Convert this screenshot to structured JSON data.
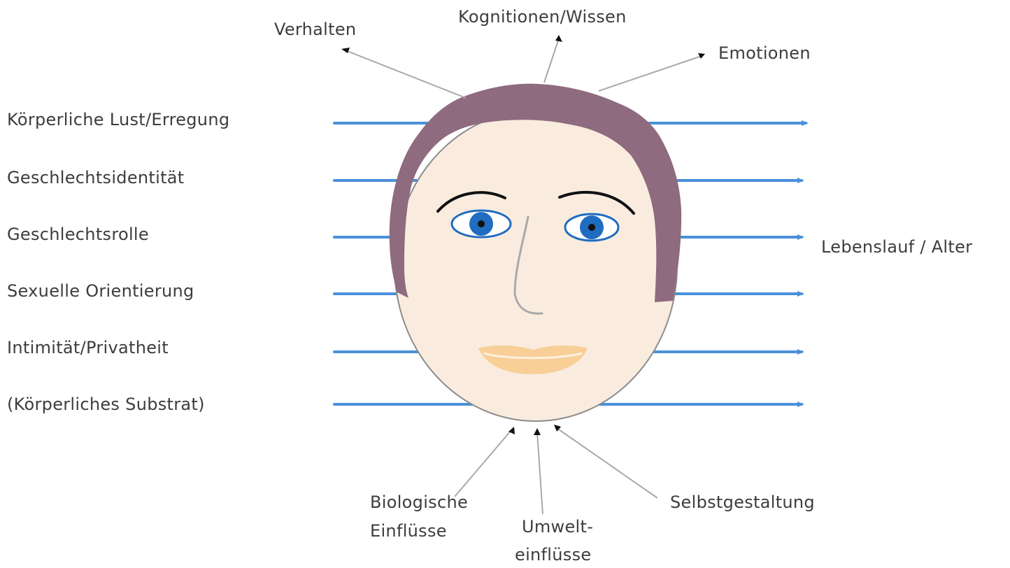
{
  "colors": {
    "text": "#3d3d3d",
    "dimension_line": "#4a90d9",
    "pointer_line": "#a9a9a9",
    "hair": "#8e6b7e",
    "skin": "#f9ecdf",
    "iris": "#1f6cc0",
    "lips": "#f7cf97"
  },
  "dimensions": [
    {
      "label": "Körperliche Lust/Erregung"
    },
    {
      "label": "Geschlechtsidentität"
    },
    {
      "label": "Geschlechtsrolle"
    },
    {
      "label": "Sexuelle Orientierung"
    },
    {
      "label": "Intimität/Privatheit"
    },
    {
      "label": "(Körperliches Substrat)"
    }
  ],
  "top_aspects": {
    "verhalten": "Verhalten",
    "kognitionen": "Kognitionen/Wissen",
    "emotionen": "Emotionen"
  },
  "timeline_label": "Lebenslauf / Alter",
  "bottom_influences": {
    "biologisch_line1": "Biologische",
    "biologisch_line2": "Einflüsse",
    "umwelt_line1": "Umwelt-",
    "umwelt_line2": "einflüsse",
    "selbst": "Selbstgestaltung"
  }
}
